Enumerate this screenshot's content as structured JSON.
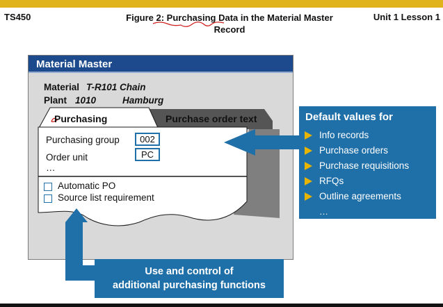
{
  "header": {
    "course": "TS450",
    "title_line1": "Figure 2: Purchasing Data in the Material Master",
    "title_line2": "Record",
    "unit": "Unit 1 Lesson 1"
  },
  "material_master": {
    "title": "Material Master",
    "material_label": "Material",
    "material_value": "T-R101 Chain",
    "plant_label": "Plant",
    "plant_number": "1010",
    "plant_name": "Hamburg",
    "tabs": [
      "Purchasing",
      "Purchase order text"
    ],
    "fields": [
      {
        "label": "Purchasing group",
        "value": "002"
      },
      {
        "label": "Order unit",
        "value": "PC"
      }
    ],
    "more_fields": "…",
    "checkboxes": [
      "Automatic PO",
      "Source list requirement"
    ]
  },
  "defaults_box": {
    "title": "Default values for",
    "items": [
      "Info records",
      "Purchase orders",
      "Purchase requisitions",
      "RFQs",
      "Outline agreements"
    ],
    "more": "…"
  },
  "functions_box": {
    "line1": "Use and control of",
    "line2": "additional purchasing functions"
  },
  "colors": {
    "accent_bar": "#e0b21c",
    "window_title": "#1c4a8c",
    "callout_blue": "#1f6fa8",
    "bullet_yellow": "#e8b400",
    "annotation_red": "#d02020"
  }
}
